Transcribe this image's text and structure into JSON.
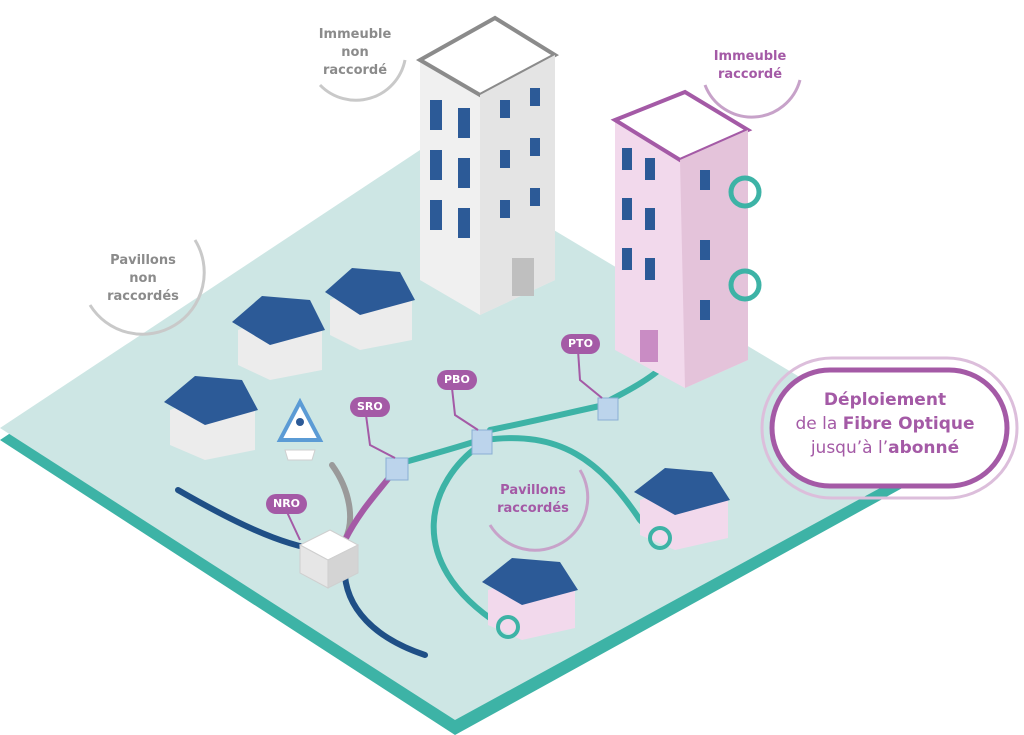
{
  "labels": {
    "immeuble_non": [
      "Immeuble",
      "non",
      "raccordé"
    ],
    "immeuble_oui": [
      "Immeuble",
      "raccordé"
    ],
    "pavillons_non": [
      "Pavillons",
      "non",
      "raccordés"
    ],
    "pavillons_oui": [
      "Pavillons",
      "raccordés"
    ]
  },
  "tags": {
    "nro": "NRO",
    "sro": "SRO",
    "pbo": "PBO",
    "pto": "PTO"
  },
  "title": {
    "line1": "Déploiement",
    "line2_pre": "de la ",
    "line2_bold": "Fibre Optique",
    "line3_pre": "jusqu’à l’",
    "line3_bold": "abonné"
  },
  "colors": {
    "ground": "#cde6e4",
    "ground_edge": "#3db3a6",
    "fiber": "#3db3a6",
    "trunk": "#1f4f86",
    "purple": "#a45aa6",
    "roof": "#2c5a97"
  }
}
